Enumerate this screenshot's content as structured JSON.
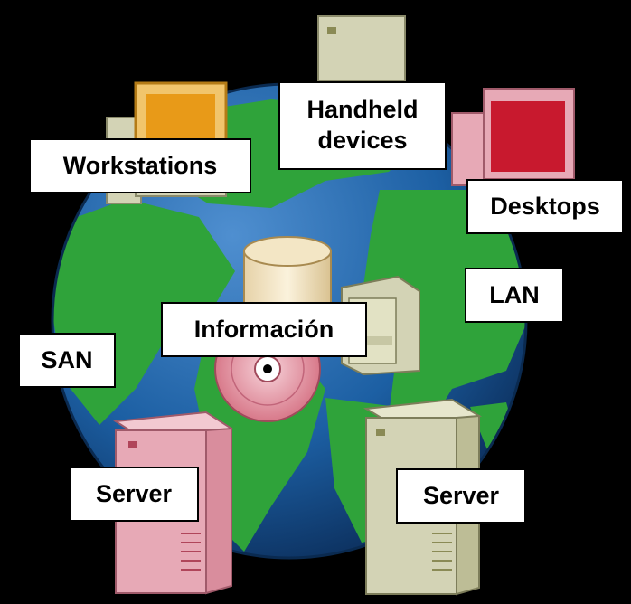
{
  "labels": {
    "handheld_line1": "Handheld",
    "handheld_line2": "devices",
    "workstations": "Workstations",
    "desktops": "Desktops",
    "lan": "LAN",
    "informacion": "Información",
    "san": "SAN",
    "server_left": "Server",
    "server_right": "Server"
  },
  "colors": {
    "background": "#000000",
    "ocean": "#1c5fa3",
    "land": "#2fa33a",
    "label_bg": "#ffffff",
    "server_left": "#e7a9b6",
    "server_right": "#d3d3b5",
    "desktop_red": "#c8192e"
  },
  "icons": [
    "globe-icon",
    "database-icon",
    "cd-disc-icon",
    "server-tower-icon",
    "desktop-monitor-icon",
    "workstation-monitor-icon",
    "handheld-device-icon"
  ]
}
